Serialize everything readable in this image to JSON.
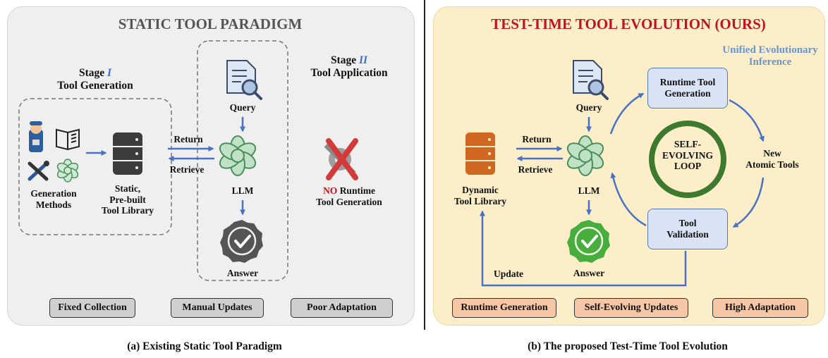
{
  "left_panel": {
    "title": "STATIC TOOL PARADIGM",
    "stage1_label": "Stage",
    "stage1_num": "I",
    "stage1_name": "Tool Generation",
    "stage2_label": "Stage",
    "stage2_num": "II",
    "stage2_name": "Tool Application",
    "generation_methods": [
      "Generation",
      "Methods"
    ],
    "static_library": [
      "Static,",
      "Pre-built",
      "Tool Library"
    ],
    "return_label": "Return",
    "retrieve_label": "Retrieve",
    "query_label": "Query",
    "llm_label": "LLM",
    "answer_label": "Answer",
    "no_runtime_no": "NO",
    "no_runtime_rest": " Runtime",
    "no_runtime_line2": "Tool Generation",
    "tags": [
      "Fixed Collection",
      "Manual Updates",
      "Poor Adaptation"
    ],
    "caption": "(a) Existing Static Tool Paradigm"
  },
  "right_panel": {
    "title": "TEST-TIME TOOL EVOLUTION (OURS)",
    "unified_line1": "Unified Evolutionary",
    "unified_line2": "Inference",
    "query_label": "Query",
    "llm_label": "LLM",
    "answer_label": "Answer",
    "return_label": "Return",
    "retrieve_label": "Retrieve",
    "dynamic_library": [
      "Dynamic",
      "Tool Library"
    ],
    "runtime_generation_box": [
      "Runtime Tool",
      "Generation"
    ],
    "tool_validation_box": [
      "Tool",
      "Validation"
    ],
    "new_atomic_tools": [
      "New",
      "Atomic Tools"
    ],
    "loop_text": [
      "SELF-",
      "EVOLVING",
      "LOOP"
    ],
    "update_label": "Update",
    "tags": [
      "Runtime Generation",
      "Self-Evolving Updates",
      "High Adaptation"
    ],
    "caption": "(b) The proposed Test-Time Tool Evolution"
  },
  "colors": {
    "left_bg": "#efefef",
    "right_bg": "#fbeec8",
    "arrow_blue": "#4a72c4",
    "title_red": "#c0121f",
    "stage_num_blue": "#3b6fc8",
    "unified_blue": "#6b95cc",
    "orange_db": "#d0661f",
    "loop_green": "#3e7a2e",
    "check_green": "#47ad3c",
    "tag_gray": "#cfcfcf",
    "tag_orange": "#f6c7a6"
  }
}
